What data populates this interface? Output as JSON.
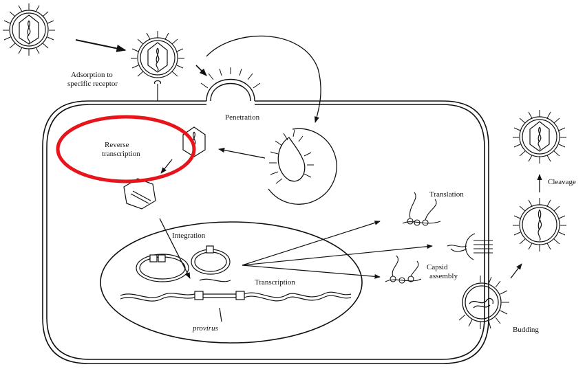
{
  "labels": {
    "adsorption_line1": "Adsorption to",
    "adsorption_line2": "specific receptor",
    "penetration": "Penetration",
    "reverse_line1": "Reverse",
    "reverse_line2": "transcription",
    "integration": "Integration",
    "transcription": "Transcription",
    "provirus": "provirus",
    "translation": "Translation",
    "capsid_line1": "Capsid",
    "capsid_line2": "assembly",
    "budding": "Budding",
    "cleavage": "Cleavage"
  },
  "colors": {
    "ink": "#111111",
    "highlight": "#e8141b",
    "background": "#ffffff"
  }
}
